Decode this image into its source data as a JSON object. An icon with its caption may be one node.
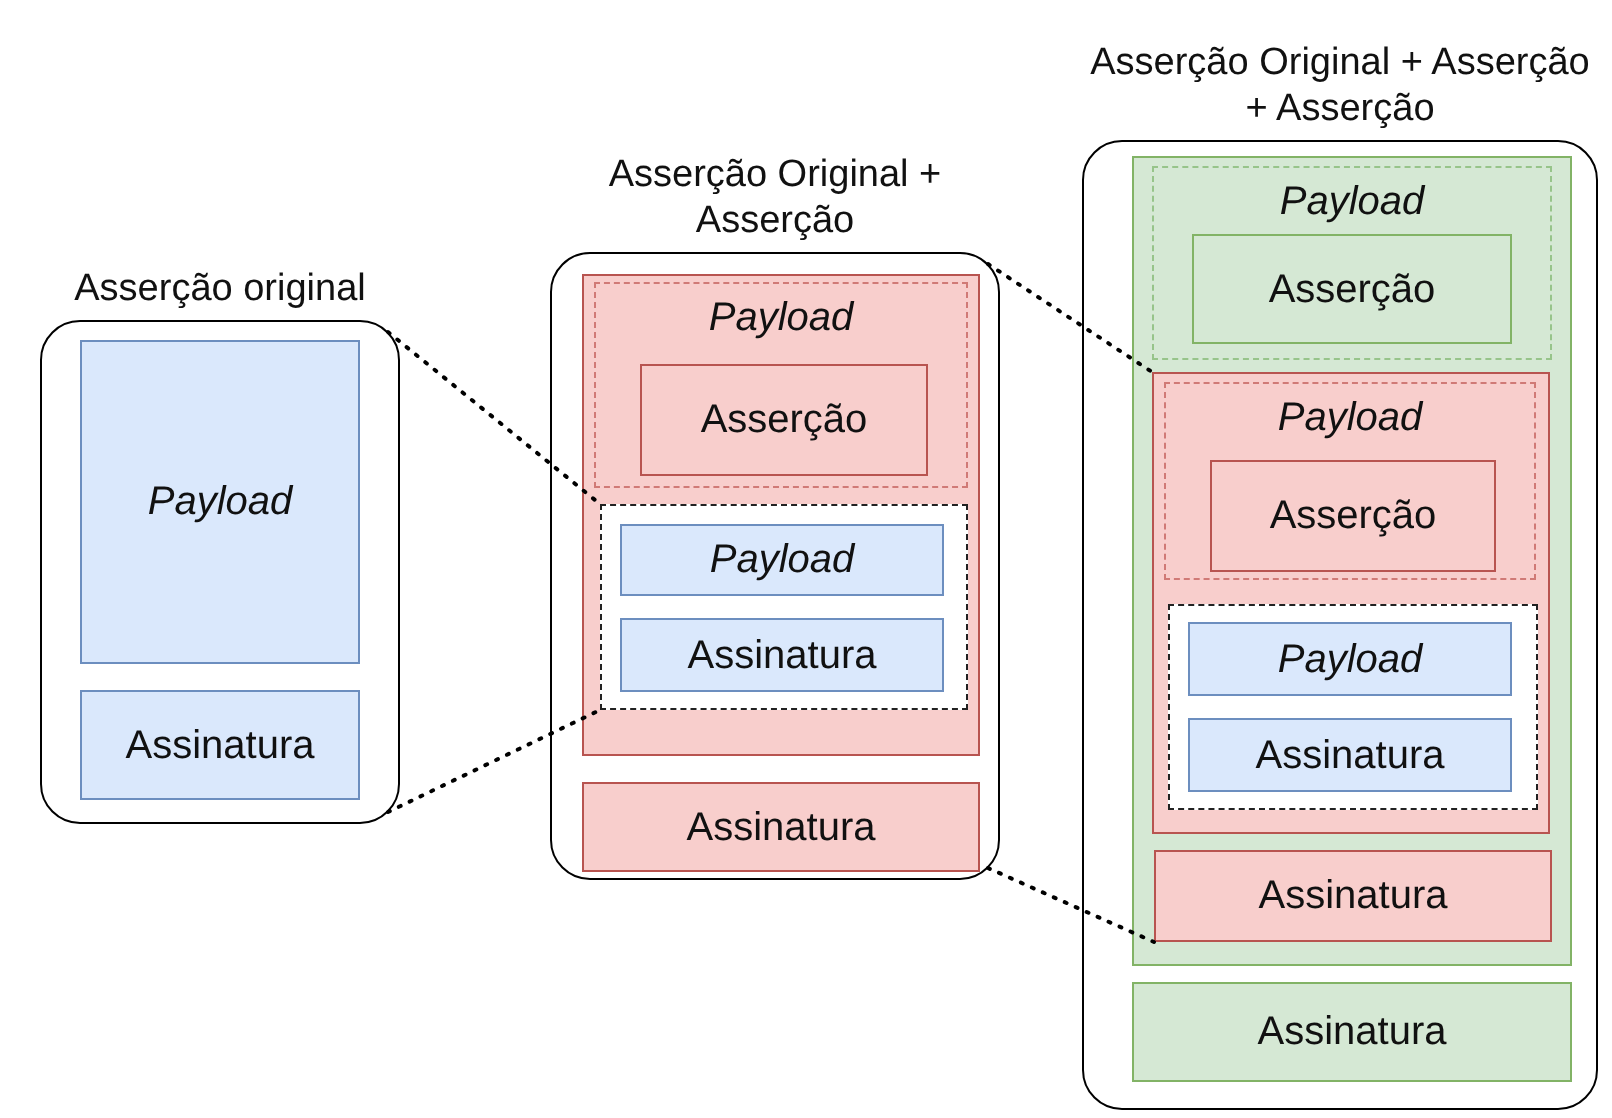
{
  "diagram": {
    "nodes": [
      {
        "text": [
          "Asserção original"
        ]
      },
      {
        "text": [
          "Payload"
        ],
        "in": 0
      },
      {
        "text": [
          "Assinatura"
        ],
        "in": 0
      },
      {
        "text": [
          "Asserção Original + Asserção"
        ]
      },
      {
        "text": [],
        "shape": "box",
        "in": 3
      },
      {
        "text": [
          "Payload"
        ],
        "in": 4
      },
      {
        "text": [
          "Asserção"
        ],
        "in": 5
      },
      {
        "text": [],
        "shape": "box",
        "in": 4
      },
      {
        "text": [
          "Payload"
        ],
        "in": 7
      },
      {
        "text": [
          "Assinatura"
        ],
        "in": 7
      },
      {
        "text": [
          "Assinatura"
        ],
        "in": 3
      },
      {
        "text": [
          "Asserção Original + Asserção + Asserção"
        ]
      },
      {
        "text": [],
        "shape": "box",
        "in": 11
      },
      {
        "text": [
          "Payload"
        ],
        "in": 12
      },
      {
        "text": [
          "Asserção"
        ],
        "in": 13
      },
      {
        "text": [],
        "shape": "box",
        "in": 12
      },
      {
        "text": [
          "Payload"
        ],
        "in": 15
      },
      {
        "text": [
          "Asserção"
        ],
        "in": 16
      },
      {
        "text": [],
        "shape": "box",
        "in": 15
      },
      {
        "text": [
          "Payload"
        ],
        "in": 18
      },
      {
        "text": [
          "Assinatura"
        ],
        "in": 18
      },
      {
        "text": [
          "Assinatura"
        ],
        "in": 12
      },
      {
        "text": [
          "Assinatura"
        ],
        "in": 11
      }
    ],
    "edges": [
      {
        "from": 0,
        "to": 7,
        "arrow": "none",
        "style": "dashed"
      },
      {
        "from": 0,
        "to": 7,
        "arrow": "none",
        "style": "dashed"
      },
      {
        "from": 3,
        "to": 15,
        "arrow": "none",
        "style": "dashed"
      },
      {
        "from": 3,
        "to": 21,
        "arrow": "none",
        "style": "dashed"
      }
    ]
  }
}
